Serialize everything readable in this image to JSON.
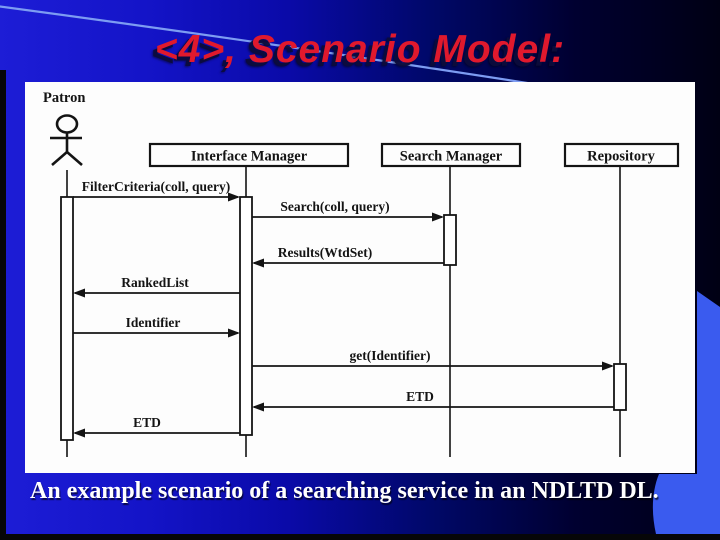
{
  "slide": {
    "title": "<4>, Scenario Model:",
    "caption": "An example scenario of a searching service in an NDLTD DL.",
    "colors": {
      "title_red": "#e0192d",
      "background_left_blue": "#1d1dd6",
      "background_right_navy": "#000014",
      "accent_blue": "#3a5bef",
      "arc_light_blue": "#7d9cf2",
      "panel_white": "#fdfdfd",
      "diagram_ink": "#141414",
      "caption_white": "#ffffff"
    }
  },
  "diagram": {
    "type": "uml-sequence",
    "actor": {
      "label": "Patron"
    },
    "objects": [
      {
        "label": "Interface Manager"
      },
      {
        "label": "Search Manager"
      },
      {
        "label": "Repository"
      }
    ],
    "messages": [
      {
        "label": "FilterCriteria(coll, query)",
        "from": "Patron",
        "to": "Interface Manager",
        "direction": "right"
      },
      {
        "label": "Search(coll, query)",
        "from": "Interface Manager",
        "to": "Search Manager",
        "direction": "right"
      },
      {
        "label": "Results(WtdSet)",
        "from": "Search Manager",
        "to": "Interface Manager",
        "direction": "left"
      },
      {
        "label": "RankedList",
        "from": "Interface Manager",
        "to": "Patron",
        "direction": "left"
      },
      {
        "label": "Identifier",
        "from": "Patron",
        "to": "Interface Manager",
        "direction": "right"
      },
      {
        "label": "get(Identifier)",
        "from": "Interface Manager",
        "to": "Repository",
        "direction": "right"
      },
      {
        "label": "ETD",
        "from": "Repository",
        "to": "Interface Manager",
        "direction": "left"
      },
      {
        "label": "ETD",
        "from": "Interface Manager",
        "to": "Patron",
        "direction": "left"
      }
    ]
  }
}
